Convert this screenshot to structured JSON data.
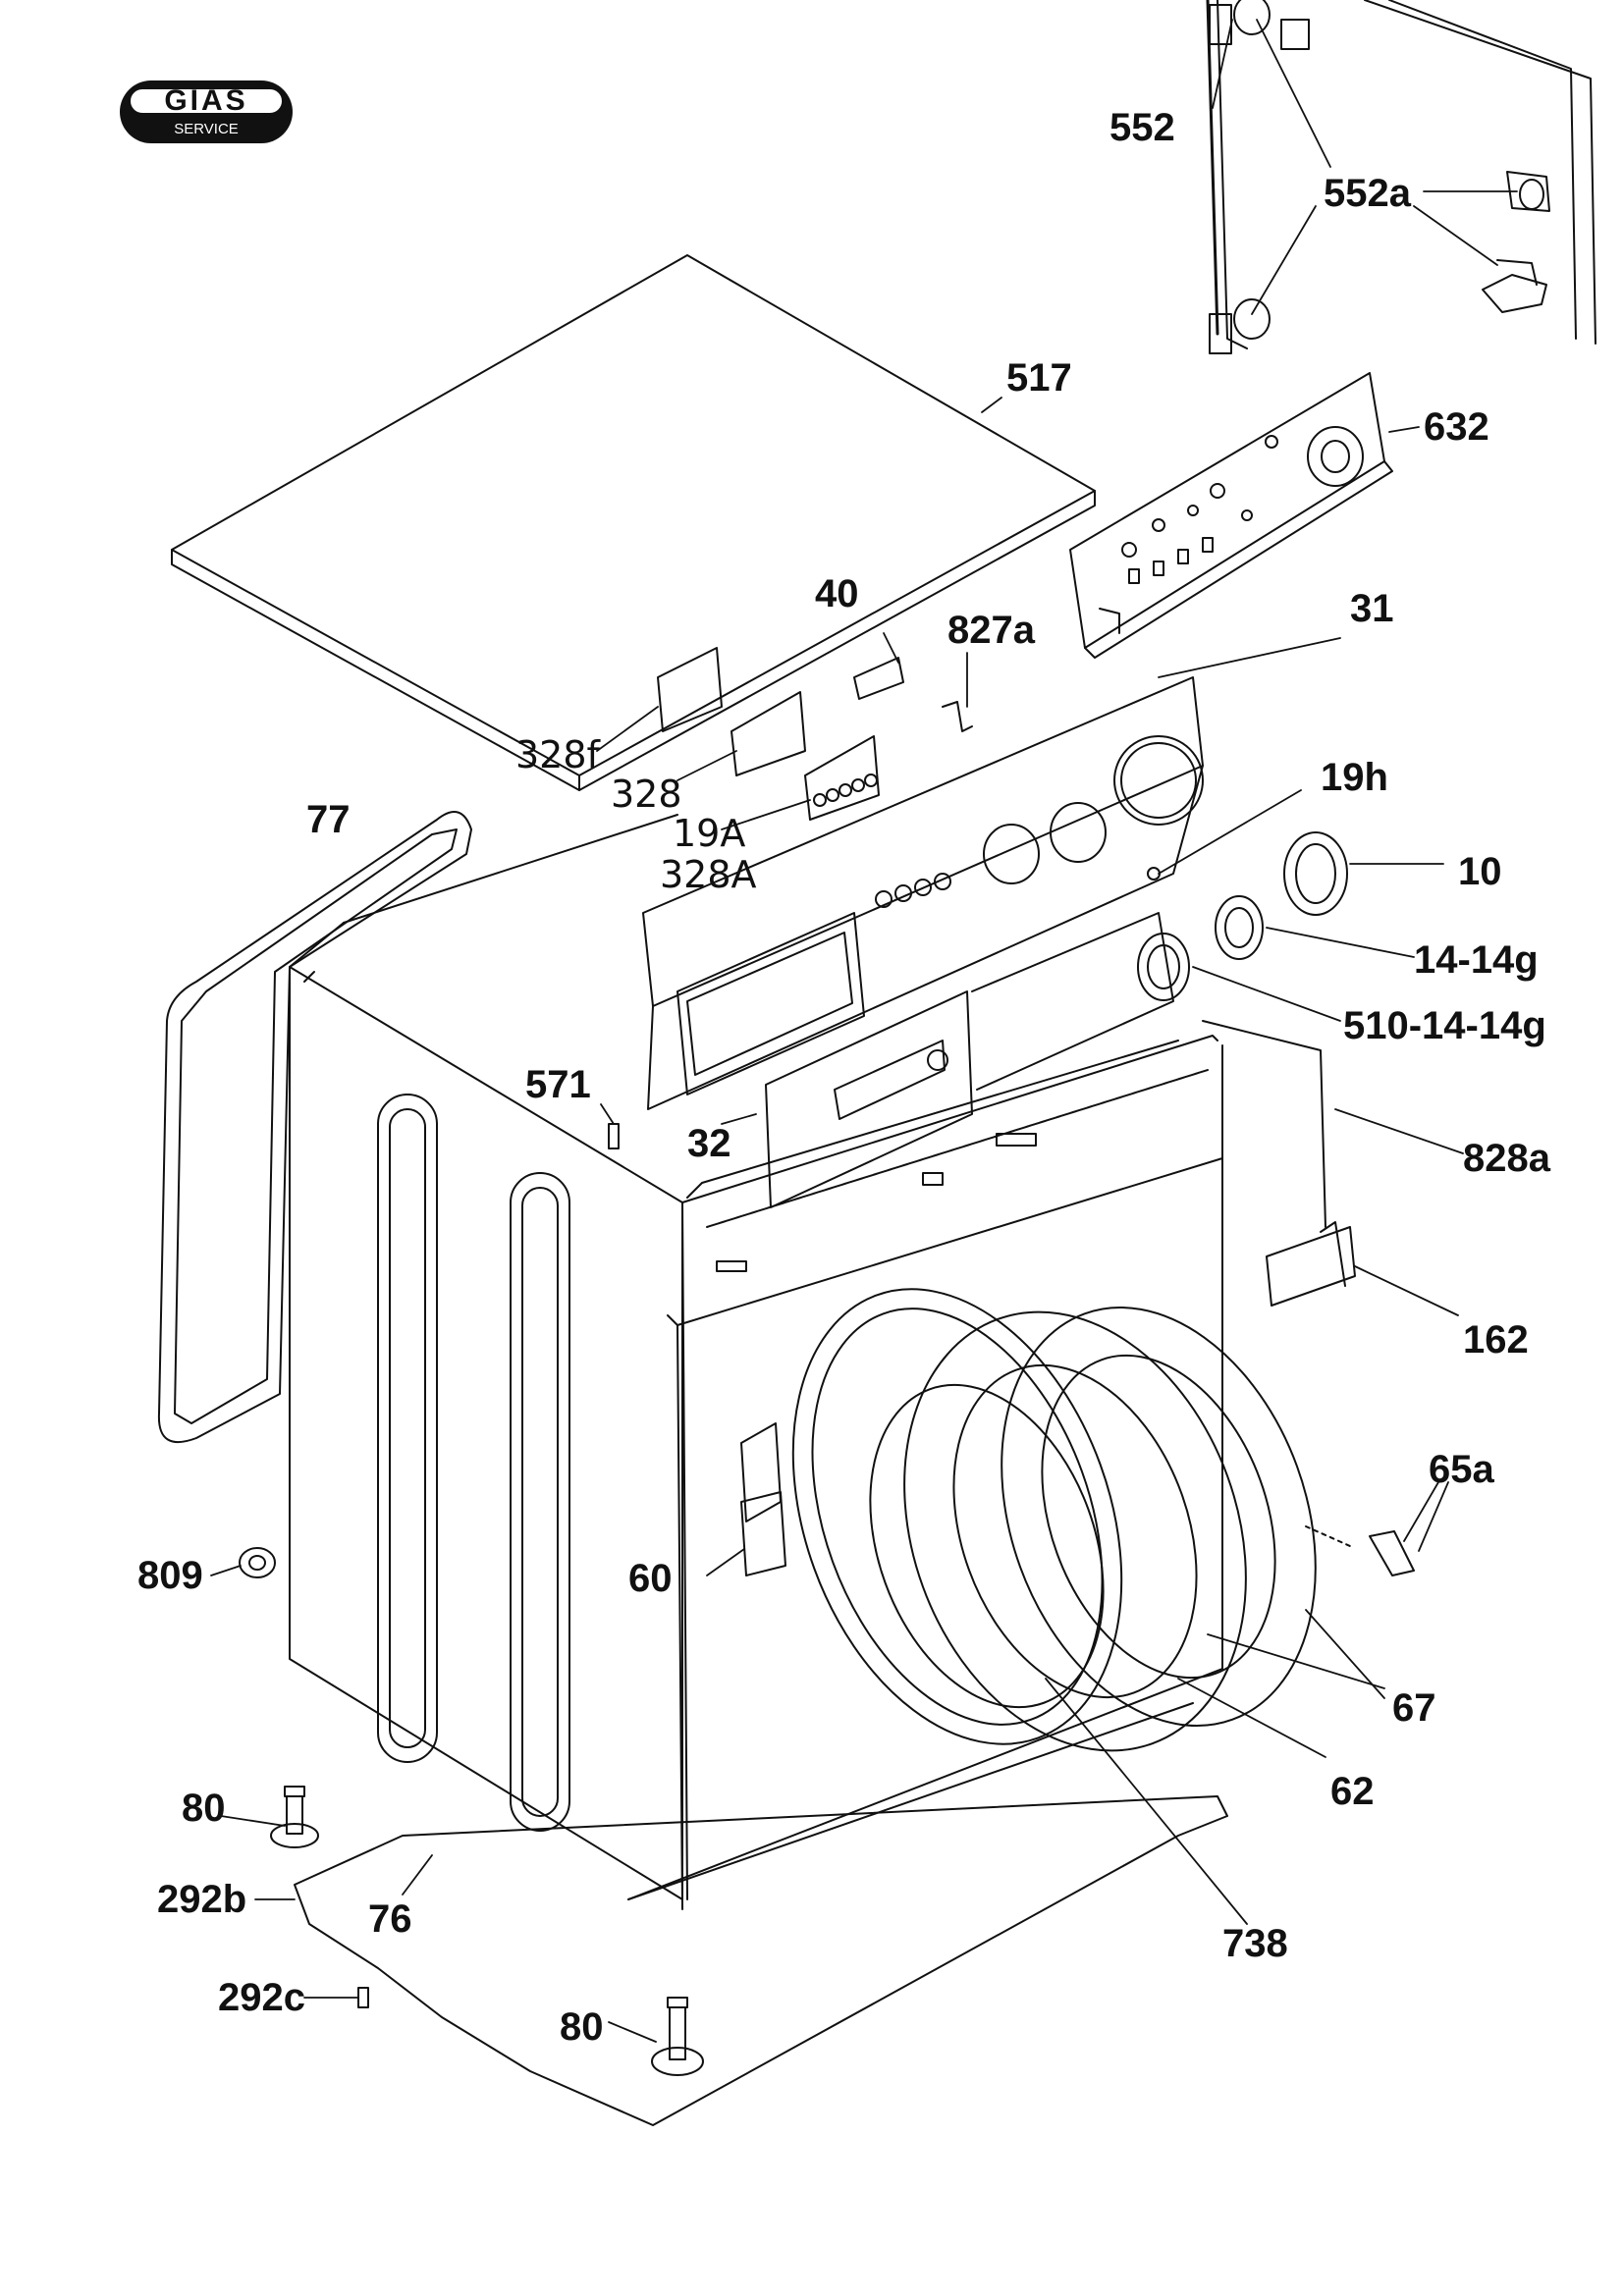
{
  "logo": {
    "brand": "GIAS",
    "subtitle": "SERVICE"
  },
  "parts": {
    "p552": "552",
    "p552a": "552a",
    "p517": "517",
    "p632": "632",
    "p40": "40",
    "p827a": "827a",
    "p31": "31",
    "p328f": "328f",
    "p328": "328",
    "p19A": "19A",
    "p328A": "328A",
    "p77": "77",
    "p19h": "19h",
    "p10": "10",
    "p14_14g": "14-14g",
    "p510_14_14g": "510-14-14g",
    "p571": "571",
    "p32": "32",
    "p828a": "828a",
    "p162": "162",
    "p65a": "65a",
    "p809": "809",
    "p60": "60",
    "p67": "67",
    "p62": "62",
    "p80a": "80",
    "p292b": "292b",
    "p76": "76",
    "p738": "738",
    "p292c": "292c",
    "p80b": "80"
  }
}
